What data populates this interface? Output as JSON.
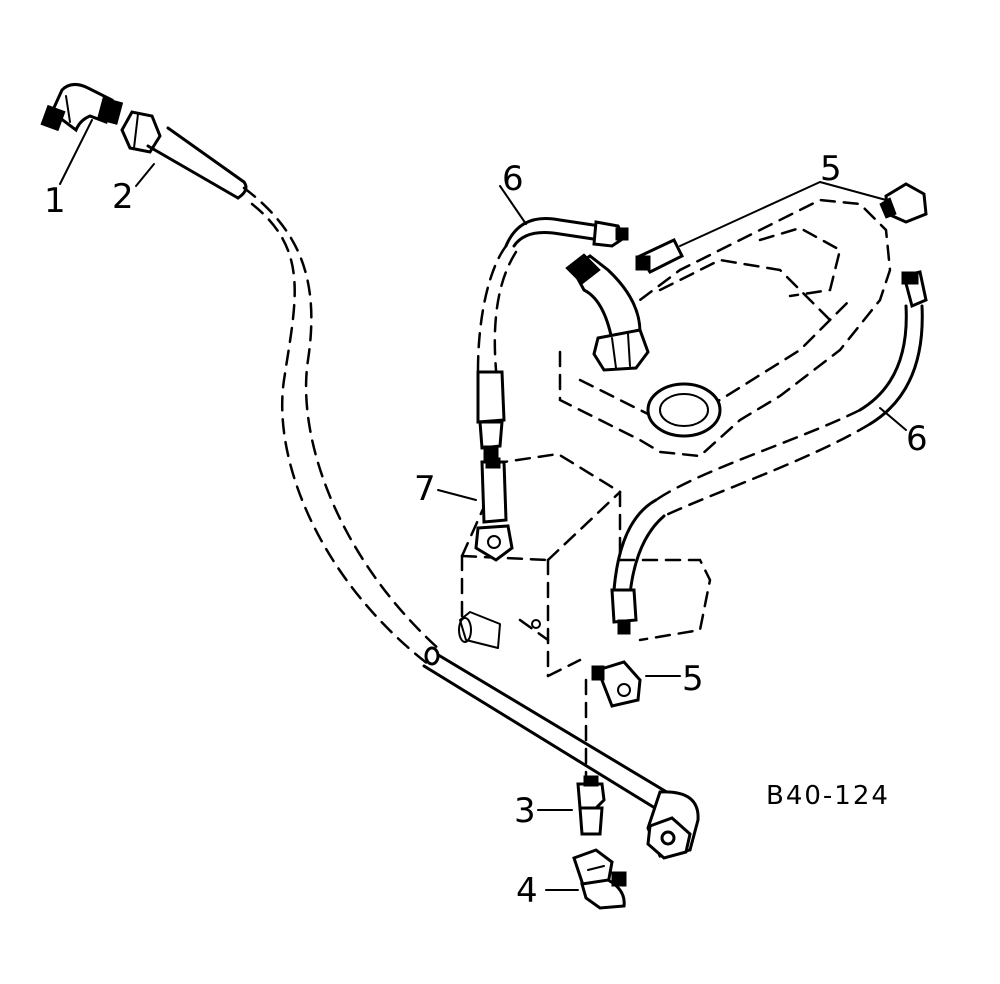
{
  "figure_code": "B40-124",
  "callouts": {
    "c1": "1",
    "c2": "2",
    "c3": "3",
    "c4": "4",
    "c5_top": "5",
    "c5_lower": "5",
    "c6_top": "6",
    "c6_right": "6",
    "c7": "7"
  }
}
